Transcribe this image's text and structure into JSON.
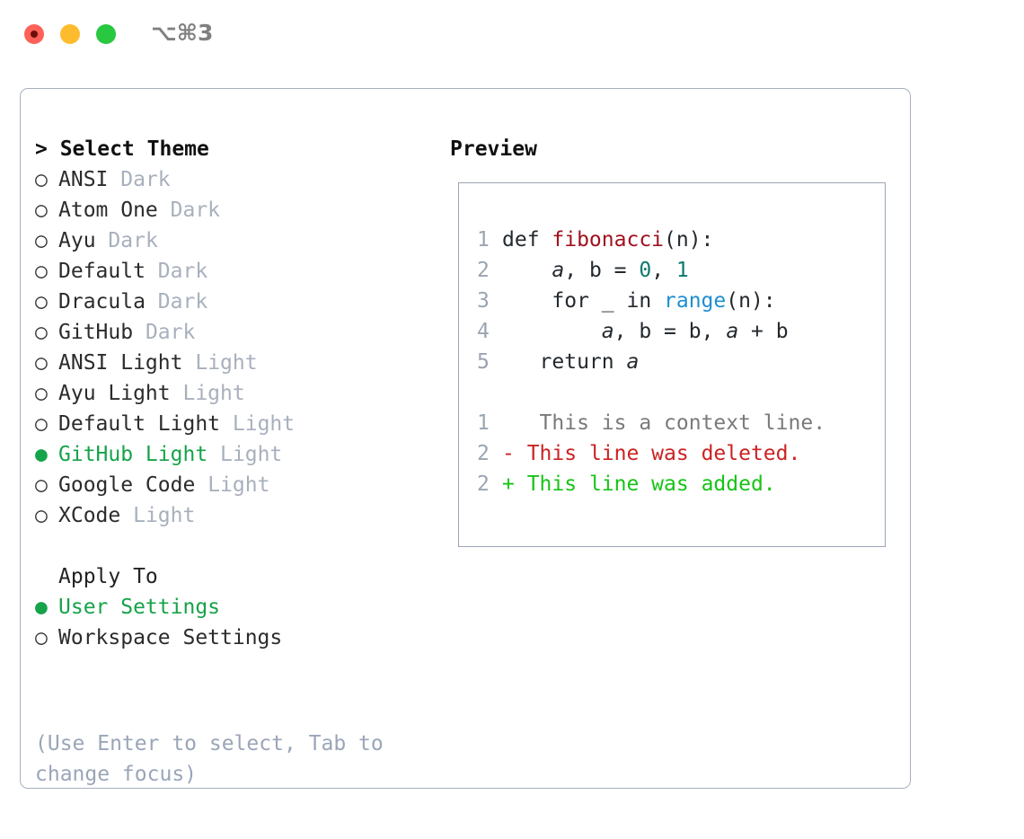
{
  "titlebar": {
    "shortcut": "⌥⌘3",
    "buttons": [
      {
        "name": "close",
        "color": "#ff6058"
      },
      {
        "name": "minimize",
        "color": "#fdbc2e"
      },
      {
        "name": "maximize",
        "color": "#28c840"
      }
    ]
  },
  "theme_picker": {
    "header": "> Select Theme",
    "items": [
      {
        "marker": "○",
        "name": "ANSI",
        "variant": "Dark",
        "selected": false
      },
      {
        "marker": "○",
        "name": "Atom One",
        "variant": "Dark",
        "selected": false
      },
      {
        "marker": "○",
        "name": "Ayu",
        "variant": "Dark",
        "selected": false
      },
      {
        "marker": "○",
        "name": "Default",
        "variant": "Dark",
        "selected": false
      },
      {
        "marker": "○",
        "name": "Dracula",
        "variant": "Dark",
        "selected": false
      },
      {
        "marker": "○",
        "name": "GitHub",
        "variant": "Dark",
        "selected": false
      },
      {
        "marker": "○",
        "name": "ANSI Light",
        "variant": "Light",
        "selected": false
      },
      {
        "marker": "○",
        "name": "Ayu Light",
        "variant": "Light",
        "selected": false
      },
      {
        "marker": "○",
        "name": "Default Light",
        "variant": "Light",
        "selected": false
      },
      {
        "marker": "●",
        "name": "GitHub Light",
        "variant": "Light",
        "selected": true
      },
      {
        "marker": "○",
        "name": "Google Code",
        "variant": "Light",
        "selected": false
      },
      {
        "marker": "○",
        "name": "XCode",
        "variant": "Light",
        "selected": false
      }
    ]
  },
  "apply_to": {
    "header": "Apply To",
    "items": [
      {
        "marker": "●",
        "name": "User Settings",
        "selected": true
      },
      {
        "marker": "○",
        "name": "Workspace Settings",
        "selected": false
      }
    ]
  },
  "hint": "(Use Enter to select, Tab to change focus)",
  "preview": {
    "title": "Preview",
    "code_lines": [
      {
        "num": "1",
        "tokens": [
          {
            "text": "def ",
            "kind": "plain"
          },
          {
            "text": "fibonacci",
            "kind": "fn"
          },
          {
            "text": "(n):",
            "kind": "plain"
          }
        ]
      },
      {
        "num": "2",
        "tokens": [
          {
            "text": "    ",
            "kind": "plain"
          },
          {
            "text": "a",
            "kind": "var"
          },
          {
            "text": ", ",
            "kind": "plain"
          },
          {
            "text": "b",
            "kind": "plain"
          },
          {
            "text": " = ",
            "kind": "plain"
          },
          {
            "text": "0",
            "kind": "num"
          },
          {
            "text": ", ",
            "kind": "plain"
          },
          {
            "text": "1",
            "kind": "num"
          }
        ]
      },
      {
        "num": "3",
        "tokens": [
          {
            "text": "    for _ in ",
            "kind": "plain"
          },
          {
            "text": "range",
            "kind": "builtin"
          },
          {
            "text": "(n):",
            "kind": "plain"
          }
        ]
      },
      {
        "num": "4",
        "tokens": [
          {
            "text": "        ",
            "kind": "plain"
          },
          {
            "text": "a",
            "kind": "var"
          },
          {
            "text": ", ",
            "kind": "plain"
          },
          {
            "text": "b",
            "kind": "plain"
          },
          {
            "text": " = ",
            "kind": "plain"
          },
          {
            "text": "b",
            "kind": "plain"
          },
          {
            "text": ", ",
            "kind": "plain"
          },
          {
            "text": "a",
            "kind": "var"
          },
          {
            "text": " + ",
            "kind": "plain"
          },
          {
            "text": "b",
            "kind": "plain"
          }
        ]
      },
      {
        "num": "5",
        "tokens": [
          {
            "text": "   return ",
            "kind": "plain"
          },
          {
            "text": "a",
            "kind": "var"
          }
        ]
      }
    ],
    "diff_lines": [
      {
        "num": "1",
        "sign": " ",
        "text": "  This is a context line.",
        "kind": "ctx"
      },
      {
        "num": "2",
        "sign": "-",
        "text": " This line was deleted.",
        "kind": "del"
      },
      {
        "num": "2",
        "sign": "+",
        "text": " This line was added.",
        "kind": "add"
      }
    ]
  },
  "colors": {
    "selected_green": "#16a34a",
    "variant_gray": "#a8b0bd",
    "hint_gray": "#9aa5b8",
    "panel_border": "#a7b0be",
    "preview_border": "#9aa5b2",
    "diff_add": "#16c416",
    "diff_del": "#cc2222",
    "diff_ctx": "#7a7a7a",
    "syntax_function": "#a0111f",
    "syntax_number": "#0a7a6e",
    "syntax_builtin": "#1f8fcf"
  }
}
